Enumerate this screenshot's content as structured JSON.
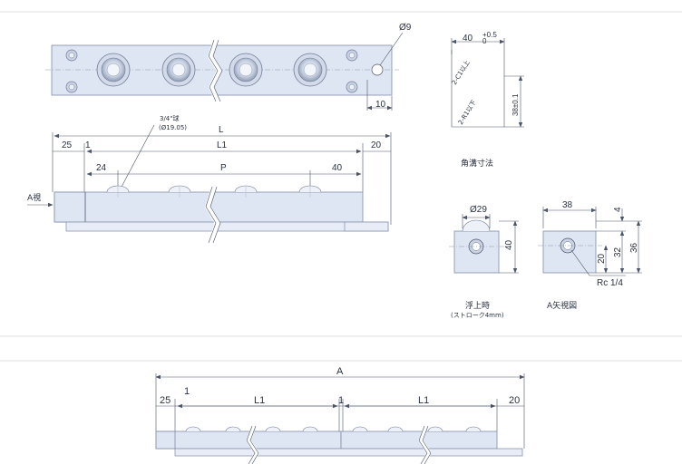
{
  "top_view": {
    "hole_dia": "Ø9",
    "hole_offset": "10"
  },
  "front_view": {
    "ball_note": "3/4\"球",
    "ball_dia": "(Ø19.05)",
    "overall": "L",
    "dim_25": "25",
    "dim_1": "1",
    "dim_L1": "L1",
    "dim_20": "20",
    "dim_24": "24",
    "dim_P": "P",
    "dim_40": "40",
    "arrow_label": "A視"
  },
  "groove": {
    "width": "40",
    "tol": "+0.5",
    "tol_low": "0",
    "chamfer1": "2-C1以上",
    "chamfer2": "2-R1以下",
    "depth": "38±0.1",
    "caption": "角溝寸法"
  },
  "float_view": {
    "dia": "Ø29",
    "height": "40",
    "caption": "浮上時",
    "sub": "(ストローク4mm)"
  },
  "end_view": {
    "w": "38",
    "t": "4",
    "h20": "20",
    "h32": "32",
    "h36": "36",
    "port": "Rc 1/4",
    "caption": "A矢視図"
  },
  "bottom_view": {
    "overall": "A",
    "d25": "25",
    "d1a": "1",
    "L1a": "L1",
    "d1b": "1",
    "L1b": "L1",
    "d20": "20"
  }
}
